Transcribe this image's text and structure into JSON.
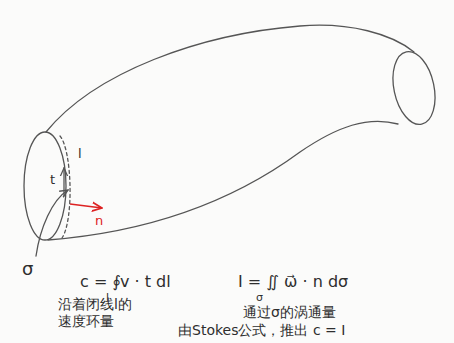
{
  "diagram": {
    "labels": [
      "σ",
      "t",
      "l",
      "n",
      "c = ∮",
      "l",
      "v · t dl",
      "沿着闭线l的 速度环量",
      "I = ∬",
      "σ",
      "ω⃗ · n dσ",
      "通过σ的涡通量",
      "由Stokes公式，推出 c = I"
    ]
  }
}
